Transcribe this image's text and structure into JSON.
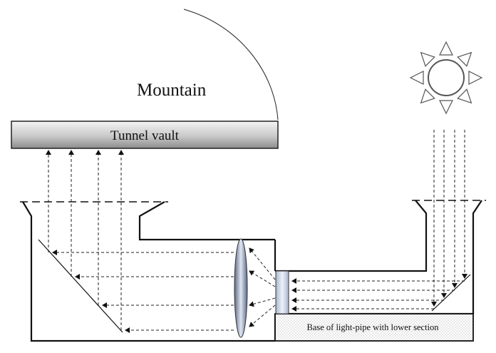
{
  "labels": {
    "mountain": "Mountain",
    "tunnel_vault": "Tunnel vault",
    "base": "Base of light-pipe with lower section"
  },
  "icons": [
    "sun-icon"
  ],
  "colors": {
    "vault_top": "#f2f2f2",
    "vault_bottom": "#8c8c8c",
    "lens": "#7d8aa6",
    "line": "#111111"
  }
}
